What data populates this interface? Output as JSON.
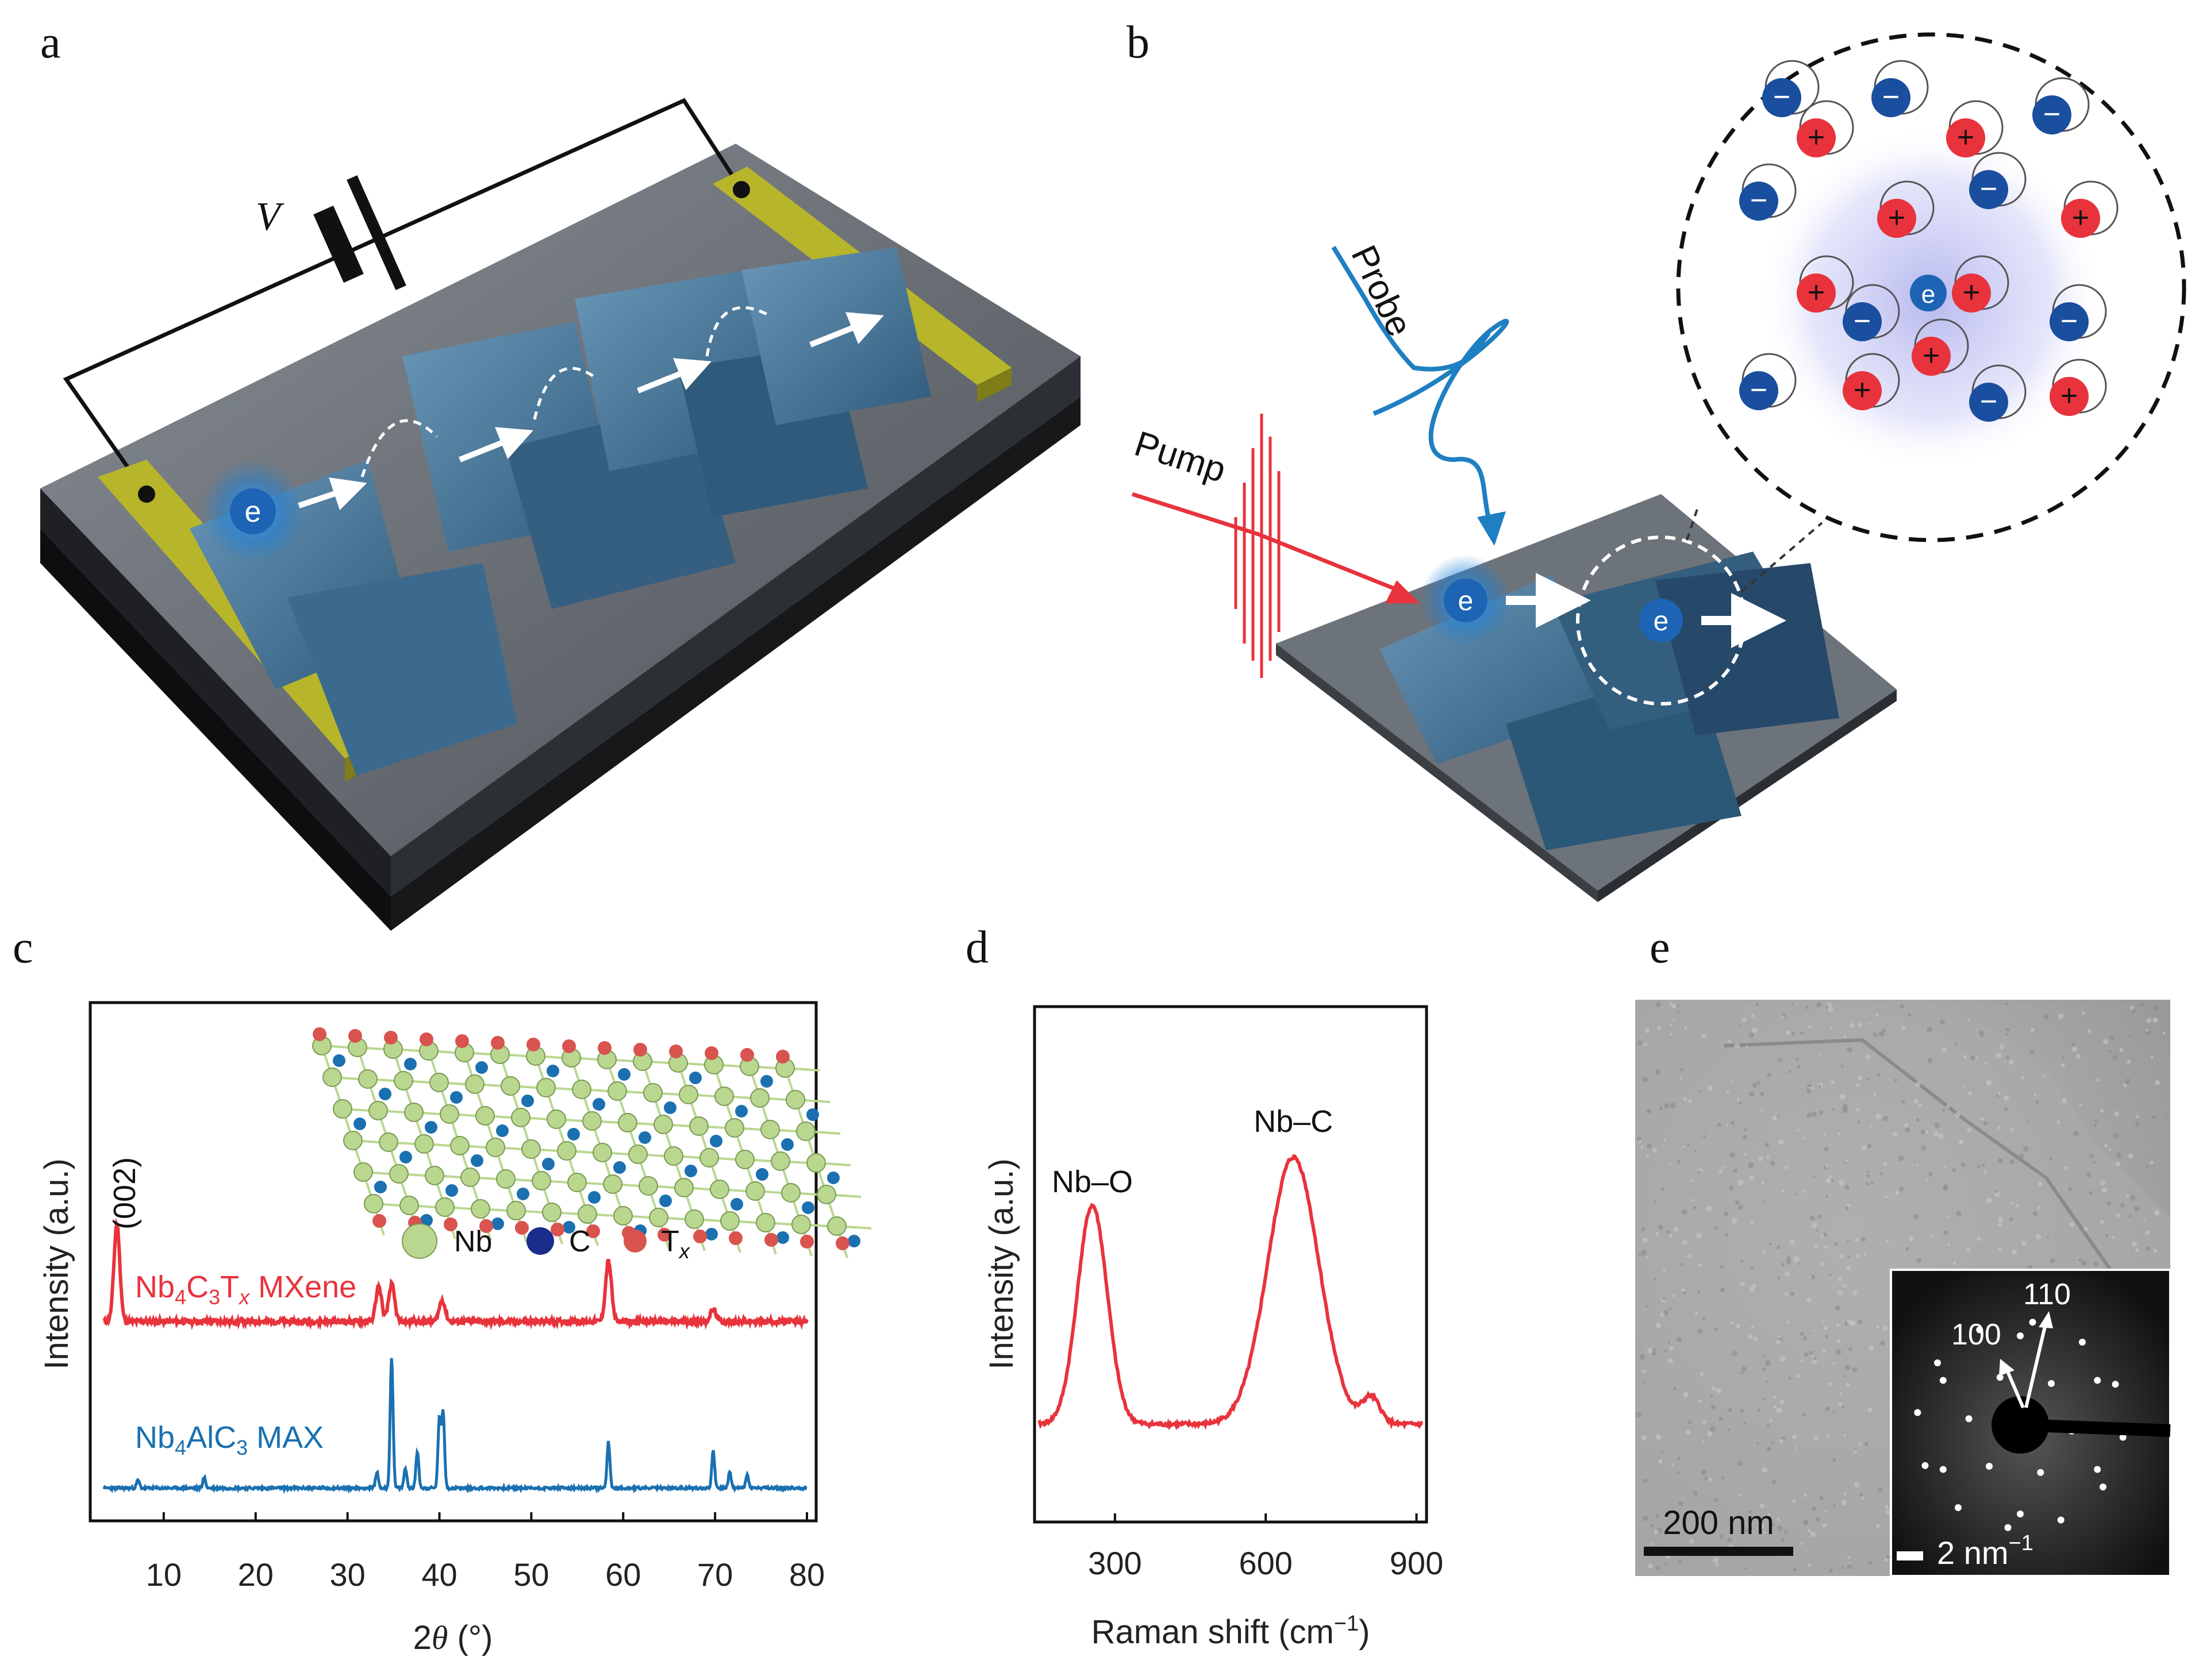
{
  "panels": {
    "a": {
      "letter": "a",
      "voltage_label": "V",
      "electron": "e"
    },
    "b": {
      "letter": "b",
      "probe_label": "Probe",
      "pump_label": "Pump",
      "electron": "e",
      "plus": "+",
      "minus": "−"
    },
    "c": {
      "letter": "c"
    },
    "d": {
      "letter": "d"
    },
    "e": {
      "letter": "e",
      "scale_bar": "200 nm",
      "inset_scale_base": "2 nm",
      "inset_scale_exp": "−1",
      "spot_100": "100",
      "spot_110": "110"
    }
  },
  "colors": {
    "red_curve": "#e8333c",
    "blue_curve": "#1a70b0",
    "electrode": "#b7b52a",
    "flake": "#4d7ea0",
    "substrate": "#6d737a"
  },
  "chart_data": [
    {
      "panel": "c",
      "type": "line",
      "xlabel_pre": "2",
      "xlabel_theta": "θ",
      "xlabel_post": " (°)",
      "ylabel": "Intensity (a.u.)",
      "xlim": [
        2,
        81
      ],
      "xticks": [
        10,
        20,
        30,
        40,
        50,
        60,
        70,
        80
      ],
      "peak_label": "(002)",
      "legend": {
        "nb": "Nb",
        "c": "C",
        "tx_main": "T",
        "tx_sub": "x"
      },
      "series": [
        {
          "name_parts": [
            "Nb",
            "4",
            "C",
            "3",
            "T",
            "x",
            " MXene"
          ],
          "color": "#e8333c",
          "peaks": [
            [
              4.9,
              1.0
            ],
            [
              33.4,
              0.35
            ],
            [
              34.8,
              0.38
            ],
            [
              40.3,
              0.22
            ],
            [
              58.4,
              0.62
            ],
            [
              69.8,
              0.12
            ]
          ]
        },
        {
          "name_parts": [
            "Nb",
            "4",
            "AlC",
            "3",
            " MAX"
          ],
          "color": "#1a70b0",
          "peaks": [
            [
              7.2,
              0.06
            ],
            [
              14.4,
              0.08
            ],
            [
              33.2,
              0.12
            ],
            [
              34.8,
              1.0
            ],
            [
              36.3,
              0.15
            ],
            [
              37.6,
              0.28
            ],
            [
              40.0,
              0.52
            ],
            [
              40.4,
              0.58
            ],
            [
              58.4,
              0.35
            ],
            [
              69.8,
              0.28
            ],
            [
              71.6,
              0.12
            ],
            [
              73.5,
              0.1
            ]
          ]
        }
      ]
    },
    {
      "panel": "d",
      "type": "line",
      "xlabel": "Raman shift (cm",
      "xlabel_exp": "−1",
      "xlabel_end": ")",
      "ylabel": "Intensity (a.u.)",
      "xlim": [
        140,
        920
      ],
      "xticks": [
        300,
        600,
        900
      ],
      "series": [
        {
          "color": "#e8333c",
          "peaks": [
            [
              255,
              0.68,
              42
            ],
            [
              655,
              0.83,
              72
            ],
            [
              810,
              0.08,
              25
            ]
          ]
        }
      ],
      "annotations": [
        {
          "text": "Nb–O",
          "x": 255
        },
        {
          "text": "Nb–C",
          "x": 655
        }
      ]
    }
  ]
}
